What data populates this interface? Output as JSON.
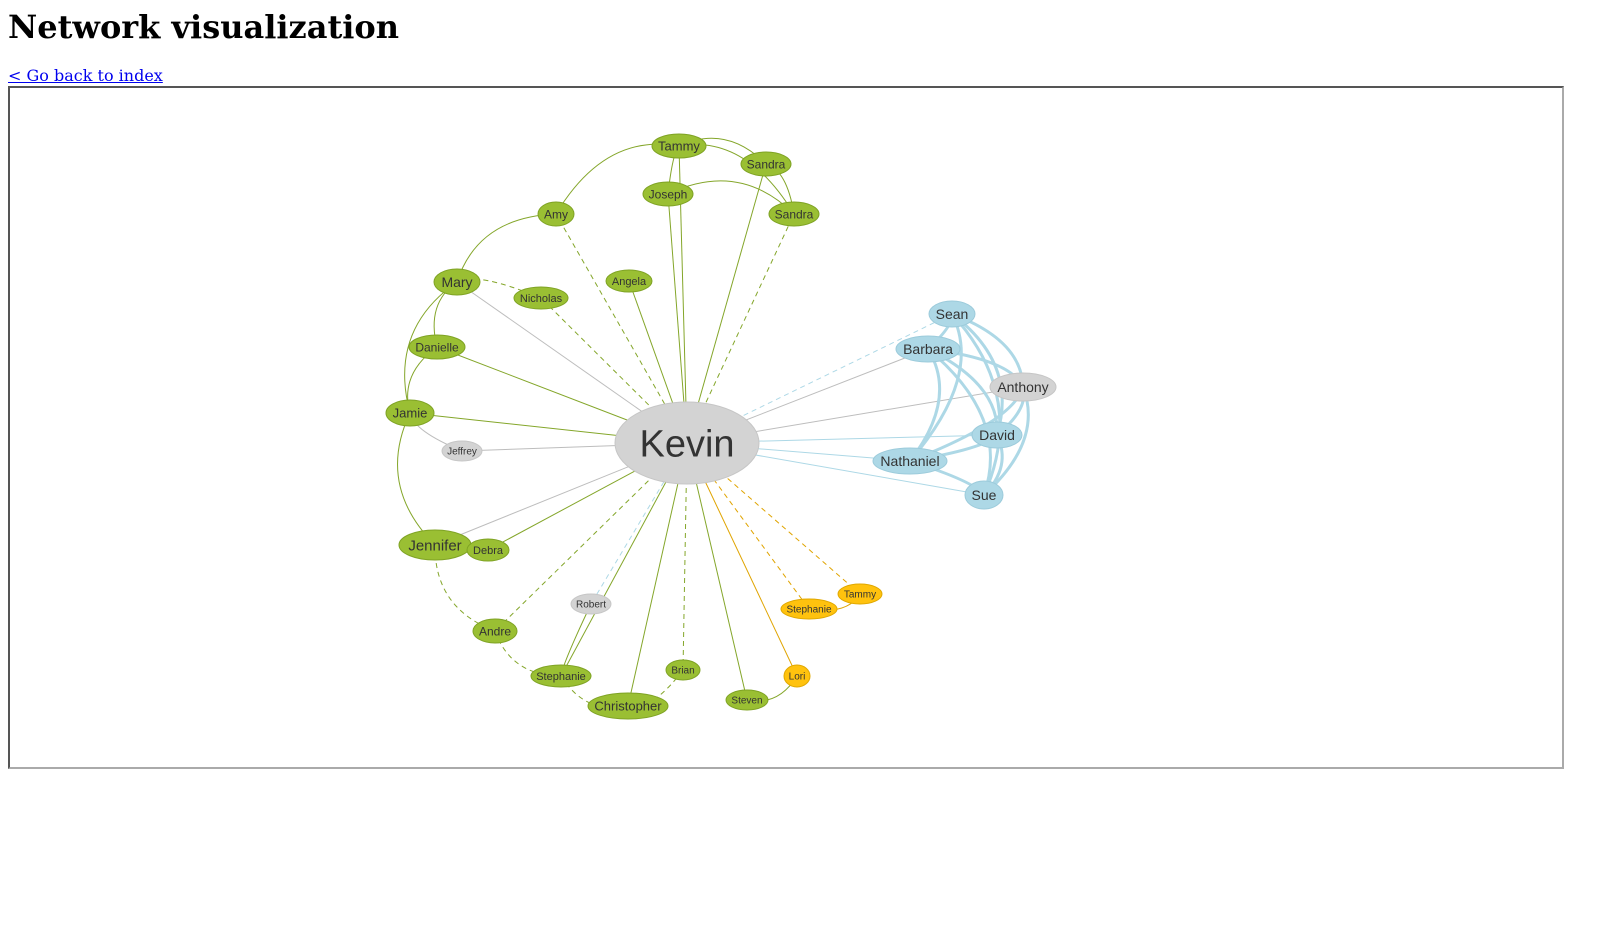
{
  "page": {
    "title": "Network visualization",
    "back_link": "< Go back to index"
  },
  "colors": {
    "green": "#9ABF33",
    "green_edge": "#84A62A",
    "blue": "#ADD8E6",
    "gray": "#D3D3D3",
    "orange": "#FFC20E",
    "orange_edge": "#E0A400"
  },
  "graph": {
    "nodes": [
      {
        "id": "kevin",
        "label": "Kevin",
        "group": "gray"
      },
      {
        "id": "tammy1",
        "label": "Tammy",
        "group": "green"
      },
      {
        "id": "sandra1",
        "label": "Sandra",
        "group": "green"
      },
      {
        "id": "joseph",
        "label": "Joseph",
        "group": "green"
      },
      {
        "id": "sandra2",
        "label": "Sandra",
        "group": "green"
      },
      {
        "id": "amy",
        "label": "Amy",
        "group": "green"
      },
      {
        "id": "angela",
        "label": "Angela",
        "group": "green"
      },
      {
        "id": "mary",
        "label": "Mary",
        "group": "green"
      },
      {
        "id": "nicholas",
        "label": "Nicholas",
        "group": "green"
      },
      {
        "id": "danielle",
        "label": "Danielle",
        "group": "green"
      },
      {
        "id": "jamie",
        "label": "Jamie",
        "group": "green"
      },
      {
        "id": "jeffrey",
        "label": "Jeffrey",
        "group": "gray"
      },
      {
        "id": "jennifer",
        "label": "Jennifer",
        "group": "green"
      },
      {
        "id": "debra",
        "label": "Debra",
        "group": "green"
      },
      {
        "id": "robert",
        "label": "Robert",
        "group": "gray"
      },
      {
        "id": "andre",
        "label": "Andre",
        "group": "green"
      },
      {
        "id": "stephanie1",
        "label": "Stephanie",
        "group": "green"
      },
      {
        "id": "christopher",
        "label": "Christopher",
        "group": "green"
      },
      {
        "id": "brian",
        "label": "Brian",
        "group": "green"
      },
      {
        "id": "steven",
        "label": "Steven",
        "group": "green"
      },
      {
        "id": "lori",
        "label": "Lori",
        "group": "orange"
      },
      {
        "id": "stephanie2",
        "label": "Stephanie",
        "group": "orange"
      },
      {
        "id": "tammy2",
        "label": "Tammy",
        "group": "orange"
      },
      {
        "id": "sean",
        "label": "Sean",
        "group": "blue"
      },
      {
        "id": "barbara",
        "label": "Barbara",
        "group": "blue"
      },
      {
        "id": "anthony",
        "label": "Anthony",
        "group": "gray"
      },
      {
        "id": "david",
        "label": "David",
        "group": "blue"
      },
      {
        "id": "nathaniel",
        "label": "Nathaniel",
        "group": "blue"
      },
      {
        "id": "sue",
        "label": "Sue",
        "group": "blue"
      }
    ],
    "edges": [
      {
        "source": "kevin",
        "target": "tammy1",
        "style": "solid",
        "color": "green"
      },
      {
        "source": "kevin",
        "target": "joseph",
        "style": "solid",
        "color": "green"
      },
      {
        "source": "kevin",
        "target": "sandra1",
        "style": "solid",
        "color": "green"
      },
      {
        "source": "kevin",
        "target": "sandra2",
        "style": "dashed",
        "color": "green"
      },
      {
        "source": "kevin",
        "target": "amy",
        "style": "dashed",
        "color": "green"
      },
      {
        "source": "kevin",
        "target": "angela",
        "style": "solid",
        "color": "green"
      },
      {
        "source": "kevin",
        "target": "nicholas",
        "style": "dashed",
        "color": "green"
      },
      {
        "source": "kevin",
        "target": "mary",
        "style": "solid",
        "color": "gray"
      },
      {
        "source": "kevin",
        "target": "danielle",
        "style": "solid",
        "color": "green"
      },
      {
        "source": "kevin",
        "target": "jamie",
        "style": "solid",
        "color": "green"
      },
      {
        "source": "kevin",
        "target": "jeffrey",
        "style": "solid",
        "color": "gray"
      },
      {
        "source": "kevin",
        "target": "jennifer",
        "style": "solid",
        "color": "gray"
      },
      {
        "source": "kevin",
        "target": "debra",
        "style": "solid",
        "color": "green"
      },
      {
        "source": "kevin",
        "target": "andre",
        "style": "dashed",
        "color": "green"
      },
      {
        "source": "kevin",
        "target": "robert",
        "style": "dashed",
        "color": "blue"
      },
      {
        "source": "kevin",
        "target": "stephanie1",
        "style": "solid",
        "color": "green"
      },
      {
        "source": "kevin",
        "target": "christopher",
        "style": "solid",
        "color": "green"
      },
      {
        "source": "kevin",
        "target": "brian",
        "style": "dashed",
        "color": "green"
      },
      {
        "source": "kevin",
        "target": "steven",
        "style": "solid",
        "color": "green"
      },
      {
        "source": "kevin",
        "target": "lori",
        "style": "solid",
        "color": "orange"
      },
      {
        "source": "kevin",
        "target": "stephanie2",
        "style": "dashed",
        "color": "orange"
      },
      {
        "source": "kevin",
        "target": "tammy2",
        "style": "dashed",
        "color": "orange"
      },
      {
        "source": "kevin",
        "target": "sean",
        "style": "dashed",
        "color": "blue"
      },
      {
        "source": "kevin",
        "target": "barbara",
        "style": "solid",
        "color": "gray"
      },
      {
        "source": "kevin",
        "target": "anthony",
        "style": "solid",
        "color": "gray"
      },
      {
        "source": "kevin",
        "target": "david",
        "style": "solid",
        "color": "blue"
      },
      {
        "source": "kevin",
        "target": "nathaniel",
        "style": "solid",
        "color": "blue"
      },
      {
        "source": "kevin",
        "target": "sue",
        "style": "solid",
        "color": "blue"
      },
      {
        "source": "tammy1",
        "target": "sandra1",
        "style": "solid",
        "color": "green"
      },
      {
        "source": "tammy1",
        "target": "amy",
        "style": "solid",
        "color": "green"
      },
      {
        "source": "tammy1",
        "target": "joseph",
        "style": "solid",
        "color": "green"
      },
      {
        "source": "tammy1",
        "target": "sandra2",
        "style": "solid",
        "color": "green"
      },
      {
        "source": "sandra1",
        "target": "sandra2",
        "style": "solid",
        "color": "green"
      },
      {
        "source": "joseph",
        "target": "sandra2",
        "style": "solid",
        "color": "green"
      },
      {
        "source": "amy",
        "target": "mary",
        "style": "solid",
        "color": "green"
      },
      {
        "source": "mary",
        "target": "nicholas",
        "style": "dashed",
        "color": "green"
      },
      {
        "source": "mary",
        "target": "danielle",
        "style": "solid",
        "color": "green"
      },
      {
        "source": "mary",
        "target": "jamie",
        "style": "solid",
        "color": "green"
      },
      {
        "source": "danielle",
        "target": "jamie",
        "style": "solid",
        "color": "green"
      },
      {
        "source": "jamie",
        "target": "jeffrey",
        "style": "solid",
        "color": "gray"
      },
      {
        "source": "jamie",
        "target": "jennifer",
        "style": "solid",
        "color": "green"
      },
      {
        "source": "jennifer",
        "target": "debra",
        "style": "solid",
        "color": "green"
      },
      {
        "source": "jennifer",
        "target": "andre",
        "style": "dashed",
        "color": "green"
      },
      {
        "source": "andre",
        "target": "stephanie1",
        "style": "dashed",
        "color": "green"
      },
      {
        "source": "stephanie1",
        "target": "christopher",
        "style": "dashed",
        "color": "green"
      },
      {
        "source": "christopher",
        "target": "brian",
        "style": "dashed",
        "color": "green"
      },
      {
        "source": "robert",
        "target": "stephanie1",
        "style": "solid",
        "color": "green"
      },
      {
        "source": "steven",
        "target": "lori",
        "style": "solid",
        "color": "green"
      },
      {
        "source": "stephanie2",
        "target": "tammy2",
        "style": "solid",
        "color": "orange"
      },
      {
        "source": "sean",
        "target": "barbara",
        "style": "solid",
        "color": "blue"
      },
      {
        "source": "sean",
        "target": "anthony",
        "style": "solid",
        "color": "blue"
      },
      {
        "source": "sean",
        "target": "david",
        "style": "solid",
        "color": "blue"
      },
      {
        "source": "sean",
        "target": "nathaniel",
        "style": "solid",
        "color": "blue"
      },
      {
        "source": "sean",
        "target": "sue",
        "style": "solid",
        "color": "blue"
      },
      {
        "source": "barbara",
        "target": "david",
        "style": "solid",
        "color": "blue"
      },
      {
        "source": "barbara",
        "target": "nathaniel",
        "style": "solid",
        "color": "blue"
      },
      {
        "source": "barbara",
        "target": "sue",
        "style": "solid",
        "color": "blue"
      },
      {
        "source": "barbara",
        "target": "anthony",
        "style": "solid",
        "color": "blue"
      },
      {
        "source": "anthony",
        "target": "david",
        "style": "solid",
        "color": "blue"
      },
      {
        "source": "anthony",
        "target": "sue",
        "style": "solid",
        "color": "blue"
      },
      {
        "source": "anthony",
        "target": "nathaniel",
        "style": "solid",
        "color": "blue"
      },
      {
        "source": "david",
        "target": "nathaniel",
        "style": "solid",
        "color": "blue"
      },
      {
        "source": "david",
        "target": "sue",
        "style": "solid",
        "color": "blue"
      },
      {
        "source": "nathaniel",
        "target": "sue",
        "style": "solid",
        "color": "blue"
      }
    ]
  }
}
